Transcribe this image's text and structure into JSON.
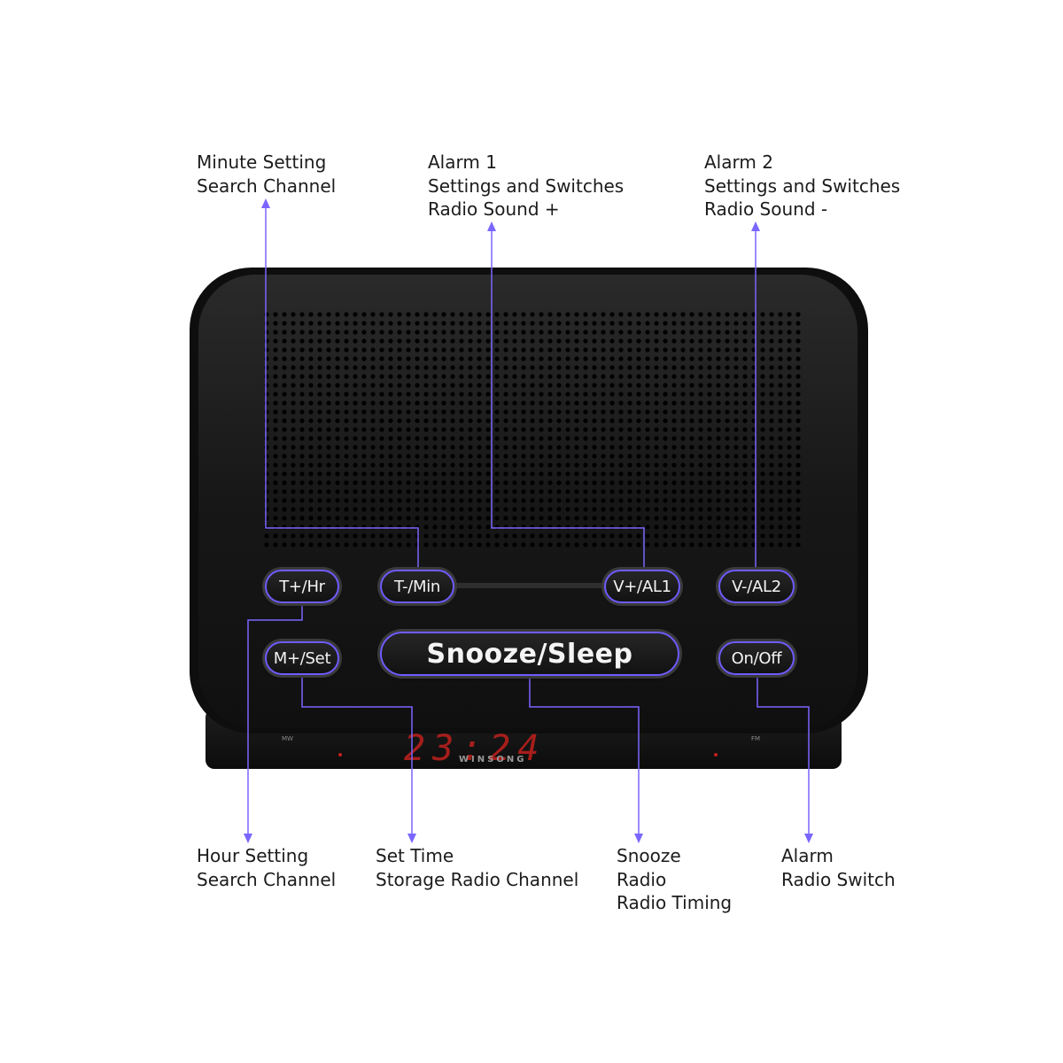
{
  "buttons": {
    "t_plus_hr": "T+/Hr",
    "t_minus_min": "T-/Min",
    "v_plus_al1": "V+/AL1",
    "v_minus_al2": "V-/AL2",
    "m_plus_set": "M+/Set",
    "snooze_sleep": "Snooze/Sleep",
    "on_off": "On/Off"
  },
  "display": {
    "time": "23:24",
    "brand": "WINSONG",
    "left_band": "MW",
    "right_band": "FM"
  },
  "callouts": {
    "minute_setting": [
      "Minute Setting",
      "Search Channel"
    ],
    "alarm1": [
      "Alarm 1",
      "Settings and Switches",
      "Radio Sound +"
    ],
    "alarm2": [
      "Alarm 2",
      "Settings and Switches",
      "Radio Sound -"
    ],
    "hour_setting": [
      "Hour Setting",
      "Search Channel"
    ],
    "set_time": [
      "Set Time",
      "Storage Radio Channel"
    ],
    "snooze": [
      "Snooze",
      "Radio",
      "Radio Timing"
    ],
    "alarm": [
      "Alarm",
      "Radio Switch"
    ]
  },
  "colors": {
    "leader_line": "#7a66ff",
    "button_border": "#6f5cff",
    "body": "#141414",
    "display_red": "#c0211d"
  }
}
